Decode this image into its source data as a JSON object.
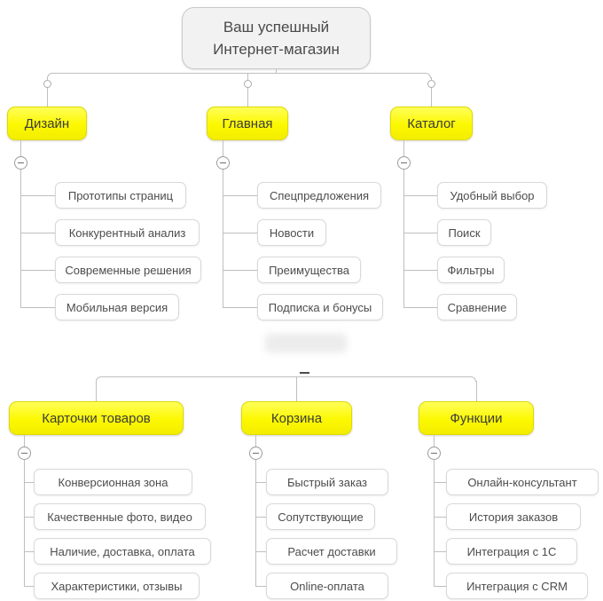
{
  "root": {
    "label": "Ваш успешный Интернет-магазин"
  },
  "branches": [
    {
      "label": "Дизайн",
      "children": [
        "Прототипы страниц",
        "Конкурентный анализ",
        "Современные решения",
        "Мобильная версия"
      ]
    },
    {
      "label": "Главная",
      "children": [
        "Спецпредложения",
        "Новости",
        "Преимущества",
        "Подписка и бонусы"
      ]
    },
    {
      "label": "Каталог",
      "children": [
        "Удобный выбор",
        "Поиск",
        "Фильтры",
        "Сравнение"
      ]
    },
    {
      "label": "Карточки товаров",
      "children": [
        "Конверсионная зона",
        "Качественные фото, видео",
        "Наличие, доставка, оплата",
        "Характеристики, отзывы"
      ]
    },
    {
      "label": "Корзина",
      "children": [
        "Быстрый заказ",
        "Сопутствующие",
        "Расчет доставки",
        "Online-оплата"
      ]
    },
    {
      "label": "Функции",
      "children": [
        "Онлайн-консультант",
        "История заказов",
        "Интеграция с 1С",
        "Интеграция с CRM"
      ]
    }
  ],
  "colors": {
    "branch_fill": "#fcf800",
    "branch_border": "#e0d900",
    "root_fill": "#f2f2f2",
    "connector": "#bfbfbf",
    "child_border": "#d8d8d8",
    "text": "#4a4a4a"
  },
  "icons": {
    "collapse": "minus-circle",
    "branch_point": "small-ring"
  }
}
